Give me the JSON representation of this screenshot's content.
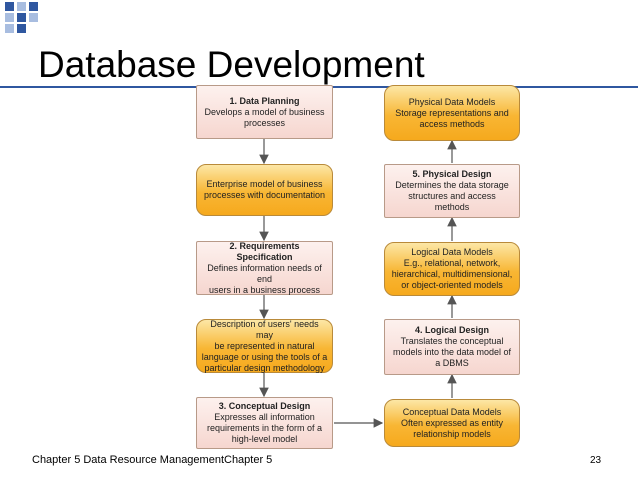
{
  "slide": {
    "title": "Database Development",
    "footer": "Chapter 5 Data Resource ManagementChapter 5",
    "page_number": "23"
  },
  "diagram": {
    "left_column": [
      {
        "heading": "1. Data Planning",
        "body": "Develops a model of business\nprocesses"
      },
      {
        "heading": "",
        "body": "Enterprise model of business\nprocesses with documentation"
      },
      {
        "heading": "2. Requirements Specification",
        "body": "Defines information needs of end\nusers in a business process"
      },
      {
        "heading": "",
        "body": "Description of users' needs may\nbe represented in natural\nlanguage or using the tools of a\nparticular design methodology"
      },
      {
        "heading": "3. Conceptual Design",
        "body": "Expresses all information\nrequirements in the form of a\nhigh-level model"
      }
    ],
    "right_column": [
      {
        "heading": "",
        "body": "Physical Data Models\nStorage representations and\naccess methods"
      },
      {
        "heading": "5. Physical Design",
        "body": "Determines the data storage\nstructures and access\nmethods"
      },
      {
        "heading": "",
        "body": "Logical Data Models\nE.g., relational, network,\nhierarchical, multidimensional,\nor object-oriented models"
      },
      {
        "heading": "4. Logical Design",
        "body": "Translates the conceptual\nmodels into the data model of\na DBMS"
      },
      {
        "heading": "",
        "body": "Conceptual Data Models\nOften expressed as entity\nrelationship models"
      }
    ],
    "colors": {
      "process_box": "#f6d6cf",
      "output_box": "#f8b634",
      "title_rule": "#2f57a0",
      "arrow": "#555555"
    }
  }
}
